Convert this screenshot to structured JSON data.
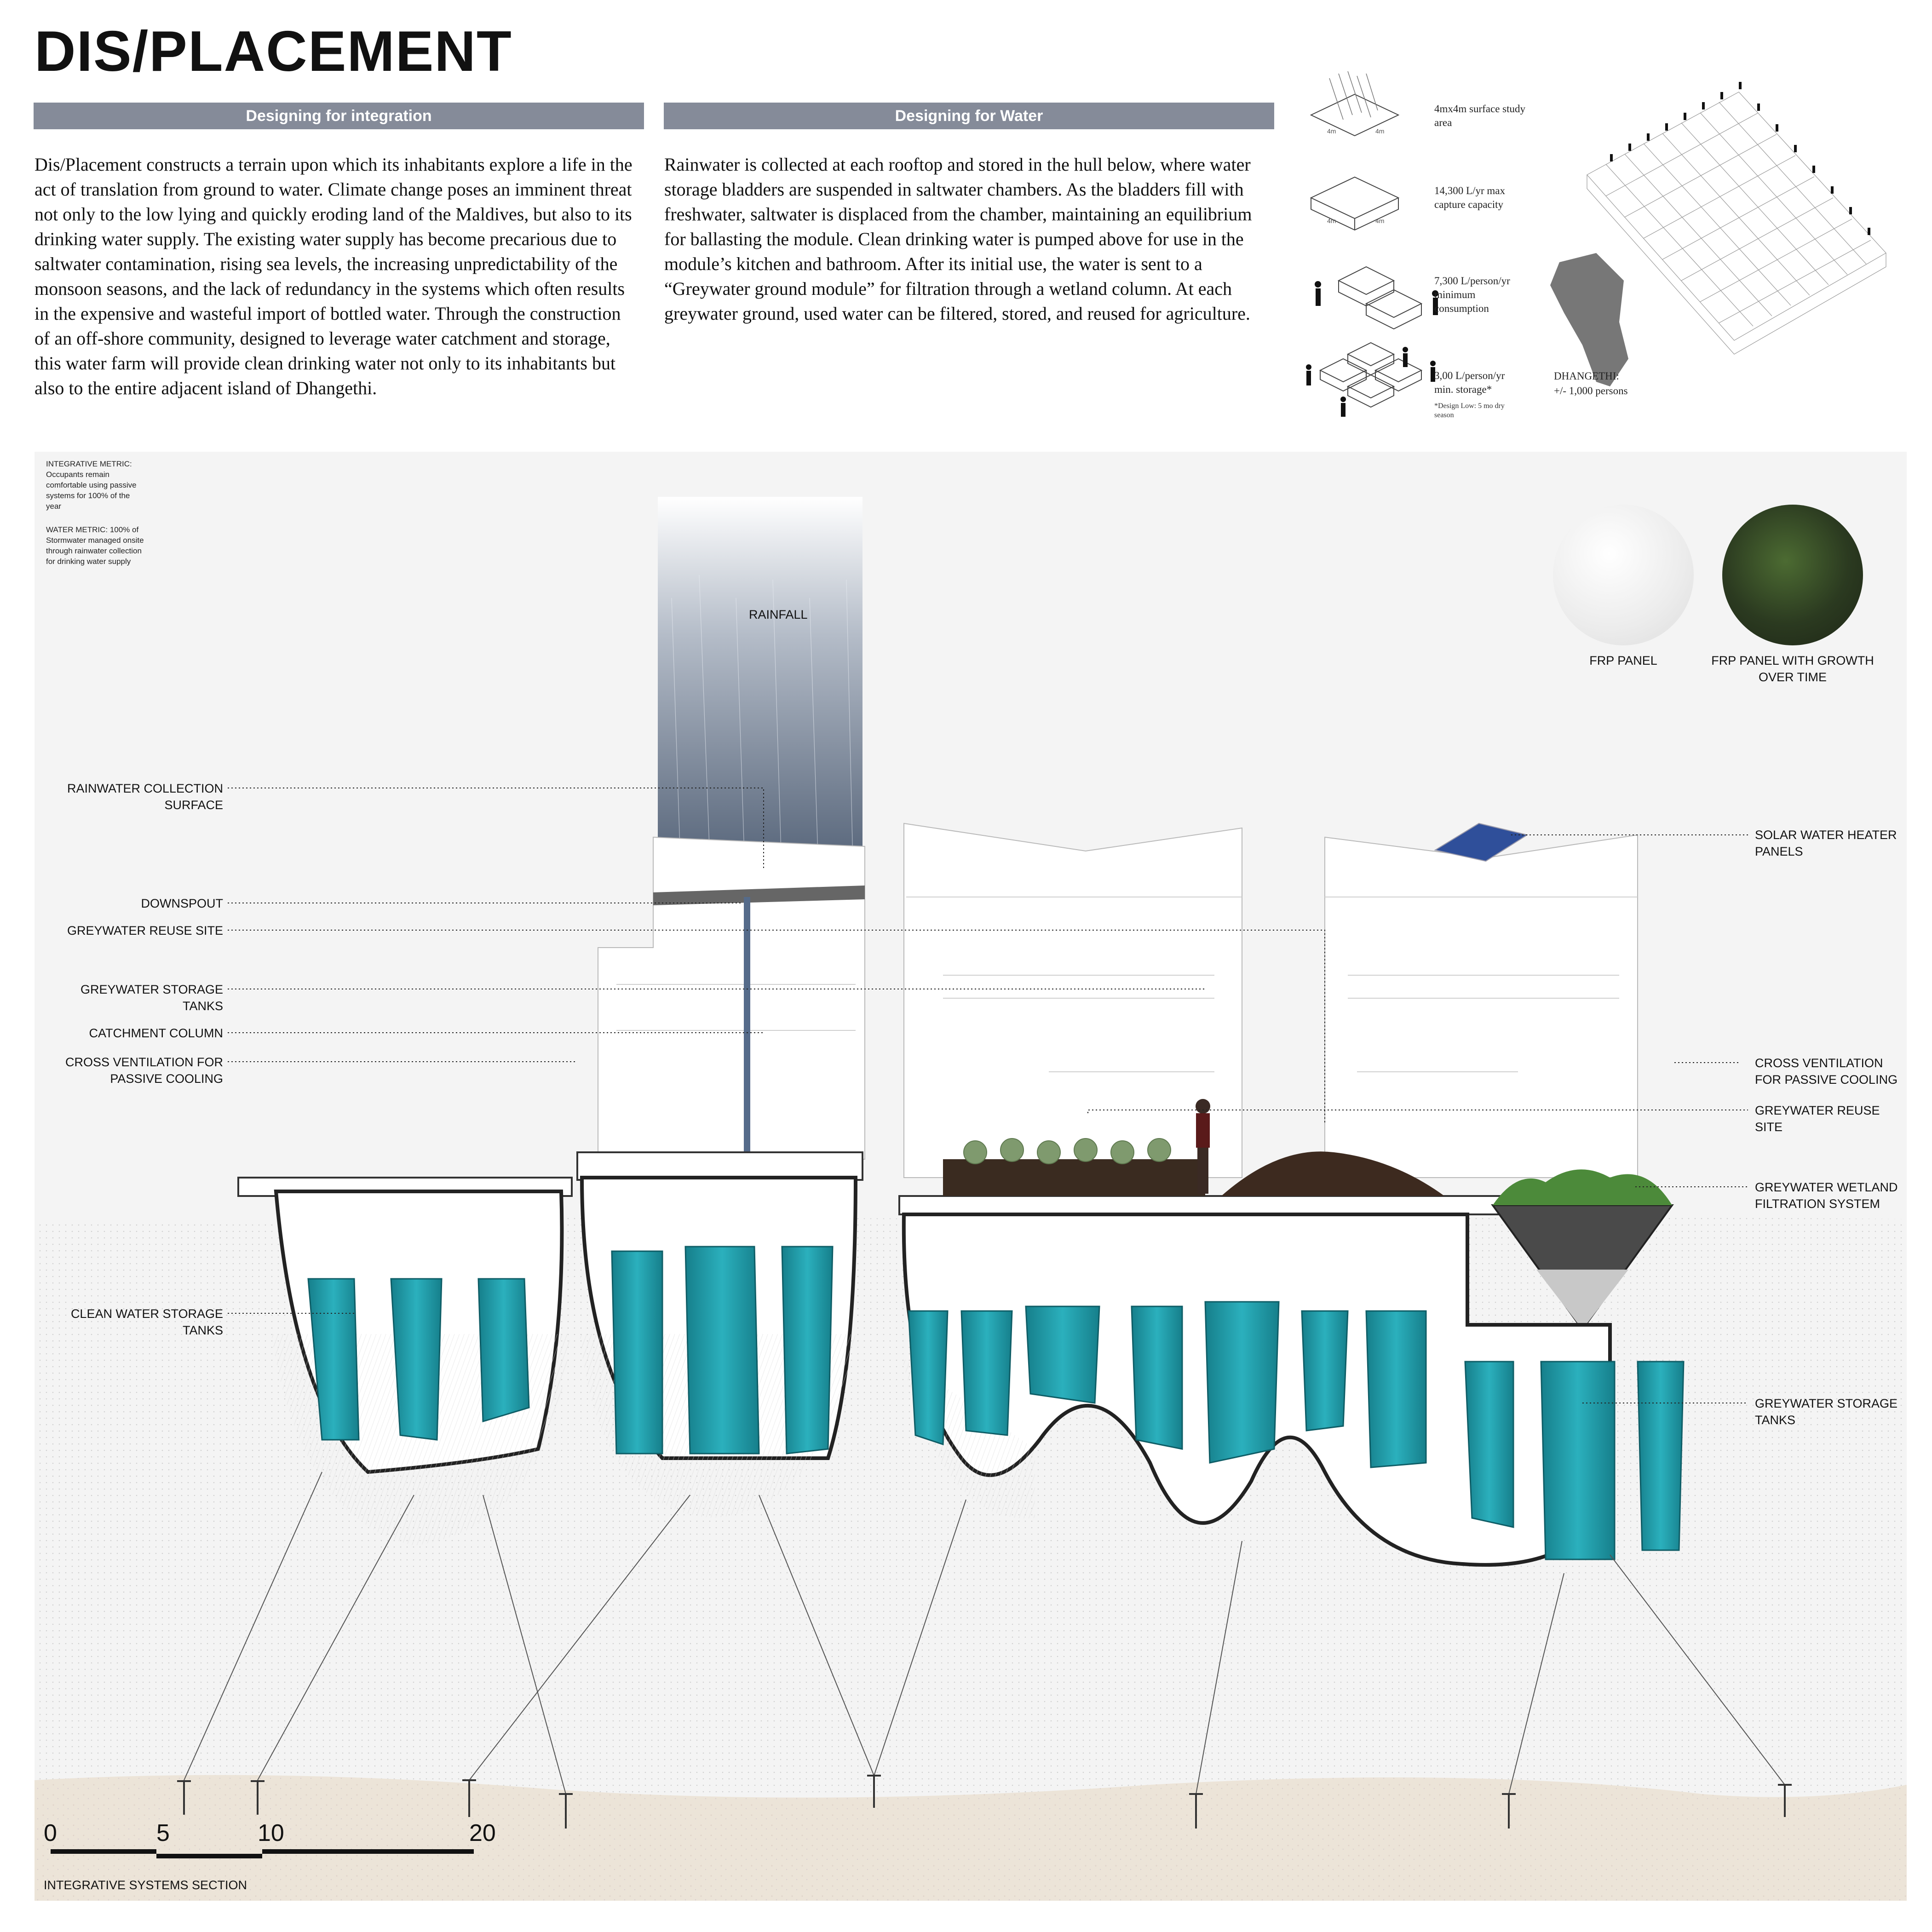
{
  "title": "DIS/PLACEMENT",
  "headers": {
    "integration": "Designing for integration",
    "water": "Designing for Water"
  },
  "integration_text": "Dis/Placement constructs a terrain upon which its inhabitants explore a life in the act of translation from ground to water. Climate change poses an imminent threat not only to the low lying and quickly eroding land of the Maldives, but also to its drinking water supply. The existing water supply has become precarious due to saltwater contamination, rising sea levels, the increasing unpredictability of the monsoon seasons, and the lack of redundancy in the systems which often results in the expensive and wasteful import of bottled water. Through the construction of an off-shore community, designed to leverage water catchment and storage, this water farm will provide clean drinking water not only to its inhabitants but also to the entire adjacent island of Dhangethi.",
  "water_text": "Rainwater is collected at each rooftop and stored in the hull below, where water storage bladders are suspended in saltwater chambers. As the bladders fill with freshwater, saltwater is displaced from the chamber, maintaining an equilibrium for ballasting the module. Clean drinking water is pumped above for use in the module’s kitchen and bathroom. After its initial use, the water is sent to a “Greywater ground module” for filtration through a wetland column. At each greywater ground, used water can be filtered, stored, and reused for agriculture.",
  "diagram_stats": [
    {
      "text": "4mx4m surface study area",
      "dims": "4m"
    },
    {
      "text": "14,300 L/yr max capture capacity",
      "dims": "4m"
    },
    {
      "text": "7,300 L/person/yr minimum consumption"
    },
    {
      "text": "3,00 L/person/yr min. storage*",
      "note": "*Design Low: 5 mo dry season"
    }
  ],
  "island": {
    "name": "DHANGETHI:",
    "population": "+/- 1,000 persons"
  },
  "metrics": {
    "integrative": "INTEGRATIVE METRIC: Occupants remain comfortable using passive systems for 100% of the year",
    "water": "WATER METRIC: 100% of Stormwater managed onsite through rainwater collection for drinking water supply"
  },
  "labels_left": {
    "rainwater_collection": "RAINWATER COLLECTION SURFACE",
    "downspout": "DOWNSPOUT",
    "greywater_reuse": "GREYWATER REUSE SITE",
    "greywater_storage": "GREYWATER STORAGE TANKS",
    "catchment": "CATCHMENT COLUMN",
    "cross_ventilation": "CROSS VENTILATION FOR PASSIVE COOLING",
    "clean_water": "CLEAN WATER STORAGE TANKS"
  },
  "labels_right": {
    "solar": "SOLAR WATER HEATER PANELS",
    "cross_ventilation": "CROSS VENTILATION FOR PASSIVE COOLING",
    "greywater_reuse": "GREYWATER REUSE SITE",
    "wetland": "GREYWATER WETLAND FILTRATION SYSTEM",
    "greywater_storage": "GREYWATER STORAGE TANKS"
  },
  "rainfall": "RAINFALL",
  "panels": {
    "frp": "FRP PANEL",
    "frp_growth": "FRP PANEL WITH GROWTH OVER TIME"
  },
  "scale": {
    "ticks": [
      "0",
      "5",
      "10",
      "20"
    ]
  },
  "caption": "INTEGRATIVE SYSTEMS SECTION",
  "colors": {
    "header_bar": "#858b99",
    "water": "#1e9ba8",
    "seabed": "#ece4d8",
    "wall": "#f4f4f4"
  }
}
